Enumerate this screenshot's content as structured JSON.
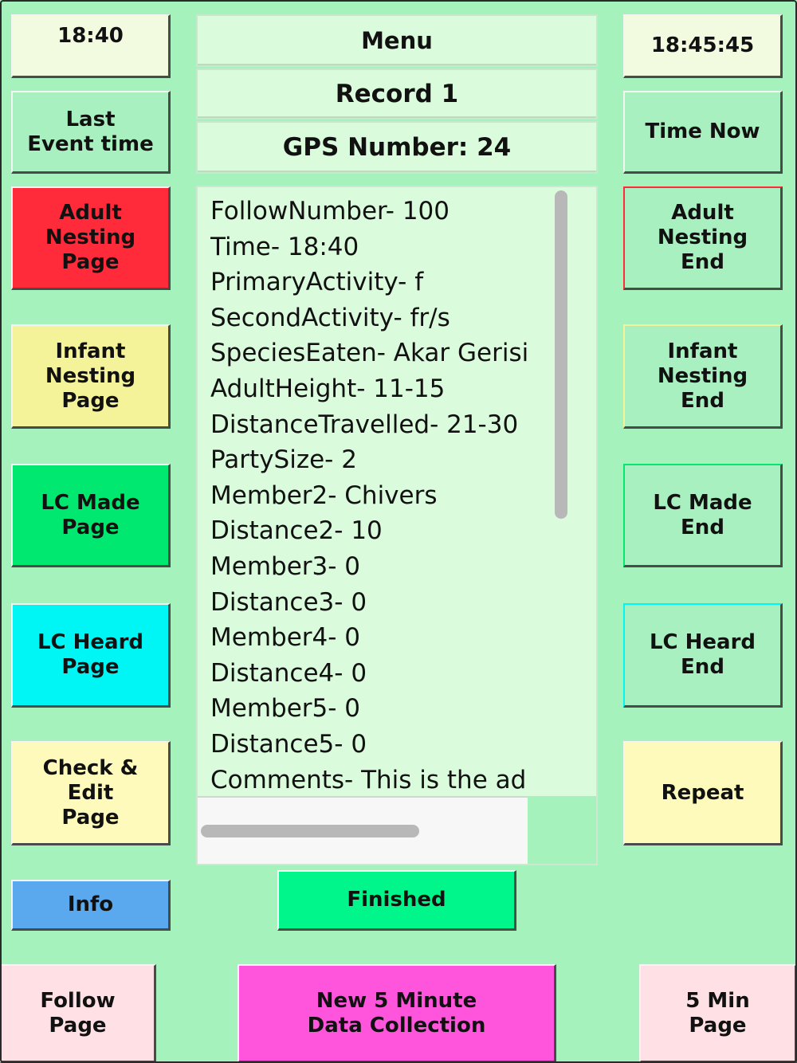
{
  "clock": {
    "last_event_time": "18:40",
    "current_time": "18:45:45"
  },
  "header": {
    "menu": "Menu",
    "record": "Record 1",
    "gps": "GPS Number:  24"
  },
  "buttons": {
    "last_event_time": "Last\nEvent time",
    "time_now": "Time Now",
    "adult_nesting_page": "Adult\nNesting\nPage",
    "adult_nesting_end": "Adult\nNesting\nEnd",
    "infant_nesting_page": "Infant\nNesting\nPage",
    "infant_nesting_end": "Infant\nNesting\nEnd",
    "lc_made_page": "LC Made\nPage",
    "lc_made_end": "LC Made\nEnd",
    "lc_heard_page": "LC Heard\nPage",
    "lc_heard_end": "LC Heard\nEnd",
    "check_edit_page": "Check &\nEdit\nPage",
    "repeat": "Repeat",
    "info": "Info",
    "finished": "Finished",
    "follow_page": "Follow\nPage",
    "new_5_minute": "New 5 Minute\nData Collection",
    "five_min_page": "5 Min\nPage"
  },
  "record_lines": [
    "FollowNumber- 100",
    "Time- 18:40",
    "PrimaryActivity- f",
    "SecondActivity- fr/s",
    "SpeciesEaten- Akar Gerisin",
    "AdultHeight- 11-15",
    "DistanceTravelled- 21-30",
    "PartySize- 2",
    "Member2- Chivers",
    "Distance2- 10",
    "Member3- 0",
    "Distance3- 0",
    "Member4- 0",
    "Distance4- 0",
    "Member5- 0",
    "Distance5- 0",
    "Comments- This is the adult"
  ],
  "colors": {
    "background": "#a6f2bd",
    "adult_nesting_page": "#ff2a3a",
    "infant_nesting_page": "#f4f39a",
    "lc_made_page": "#00e870",
    "lc_heard_page": "#00f5f5",
    "check_edit_page": "#fefabb",
    "repeat": "#fefabb",
    "info": "#5aa9ee",
    "finished": "#00f58a",
    "new_5_minute": "#ff55dd",
    "follow_page": "#ffe1e5",
    "five_min_page": "#ffe1e5"
  }
}
